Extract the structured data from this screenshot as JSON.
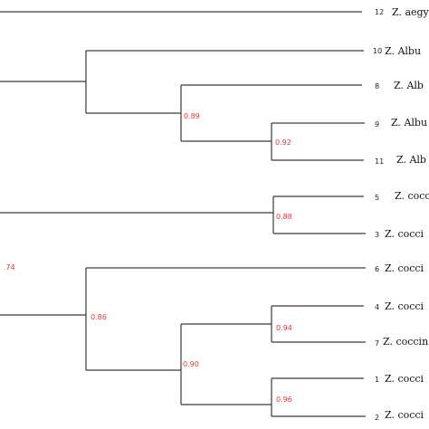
{
  "tree": {
    "leaves": [
      {
        "id": "leaf-12",
        "num": "12",
        "label": "Z. aegy"
      },
      {
        "id": "leaf-10",
        "num": "10",
        "label": "Z. Albu"
      },
      {
        "id": "leaf-8",
        "num": "8",
        "label": "Z. Alb"
      },
      {
        "id": "leaf-9",
        "num": "9",
        "label": "Z. Albu"
      },
      {
        "id": "leaf-11",
        "num": "11",
        "label": "Z. Alb"
      },
      {
        "id": "leaf-5",
        "num": "5",
        "label": "Z. cocci"
      },
      {
        "id": "leaf-3",
        "num": "3",
        "label": "Z. cocci"
      },
      {
        "id": "leaf-6",
        "num": "6",
        "label": "Z. cocci"
      },
      {
        "id": "leaf-4",
        "num": "4",
        "label": "Z. cocci"
      },
      {
        "id": "leaf-7",
        "num": "7",
        "label": "Z. coccin"
      },
      {
        "id": "leaf-1",
        "num": "1",
        "label": "Z. cocci"
      },
      {
        "id": "leaf-2",
        "num": "2",
        "label": "Z. cocci"
      }
    ],
    "support_values": [
      {
        "id": "bs-8-9-11",
        "value": "0.89"
      },
      {
        "id": "bs-9-11",
        "value": "0.92"
      },
      {
        "id": "bs-5-3",
        "value": "0.88"
      },
      {
        "id": "bs-root-lower",
        "value": ".74"
      },
      {
        "id": "bs-6-group",
        "value": "0.86"
      },
      {
        "id": "bs-4-7",
        "value": "0.94"
      },
      {
        "id": "bs-4712",
        "value": "0.90"
      },
      {
        "id": "bs-1-2",
        "value": "0.96"
      }
    ]
  }
}
